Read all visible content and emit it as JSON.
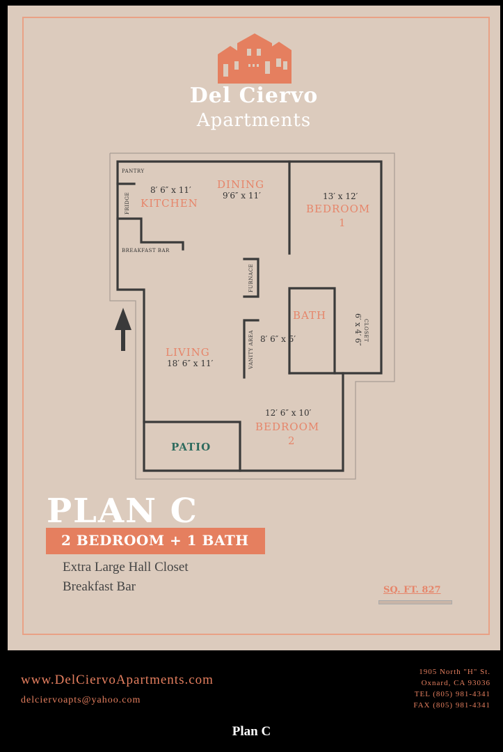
{
  "brand": {
    "name_line1": "Del Ciervo",
    "name_line2": "Apartments"
  },
  "rooms": {
    "kitchen": {
      "label": "KITCHEN",
      "dim": "8′ 6″ x 11′"
    },
    "dining": {
      "label": "DINING",
      "dim": "9′6″ x 11′"
    },
    "bedroom1": {
      "label": "BEDROOM",
      "number": "1",
      "dim": "13′ x 12′"
    },
    "bath": {
      "label": "BATH",
      "dim": "8′ 6″ x 5′"
    },
    "living": {
      "label": "LIVING",
      "dim": "18′ 6″ x 11′"
    },
    "bedroom2": {
      "label": "BEDROOM",
      "number": "2",
      "dim": "12′ 6″ x 10′"
    },
    "patio": {
      "label": "PATIO"
    }
  },
  "fixtures": {
    "pantry": "PANTRY",
    "fridge": "FRIDGE",
    "breakfast_bar": "BREAKFAST BAR",
    "furnace": "FURNACE",
    "vanity_area": "VANITY AREA",
    "closet": "CLOSET",
    "closet_dim": "6′ x 4′ 6″"
  },
  "plan": {
    "title": "PLAN  C",
    "subtitle": "2 BEDROOM + 1 BATH",
    "features": [
      "Extra Large Hall Closet",
      "Breakfast Bar"
    ],
    "sqft": "SQ. FT. 827"
  },
  "contact": {
    "website": "www.DelCiervoApartments.com",
    "email": "delciervoapts@yahoo.com",
    "address_lines": [
      "1905 North \"H\" St.",
      "Oxnard, CA 93036",
      "TEL (805) 981-4341",
      "FAX (805) 981-4341"
    ]
  },
  "caption": "Plan C",
  "colors": {
    "accent": "#e57f5f",
    "background": "#dccbbd",
    "wall": "#3a3a3a",
    "patio_text": "#2e6b5e"
  },
  "icons": {
    "logo": "building-logo-icon",
    "entry": "entry-arrow-icon"
  }
}
